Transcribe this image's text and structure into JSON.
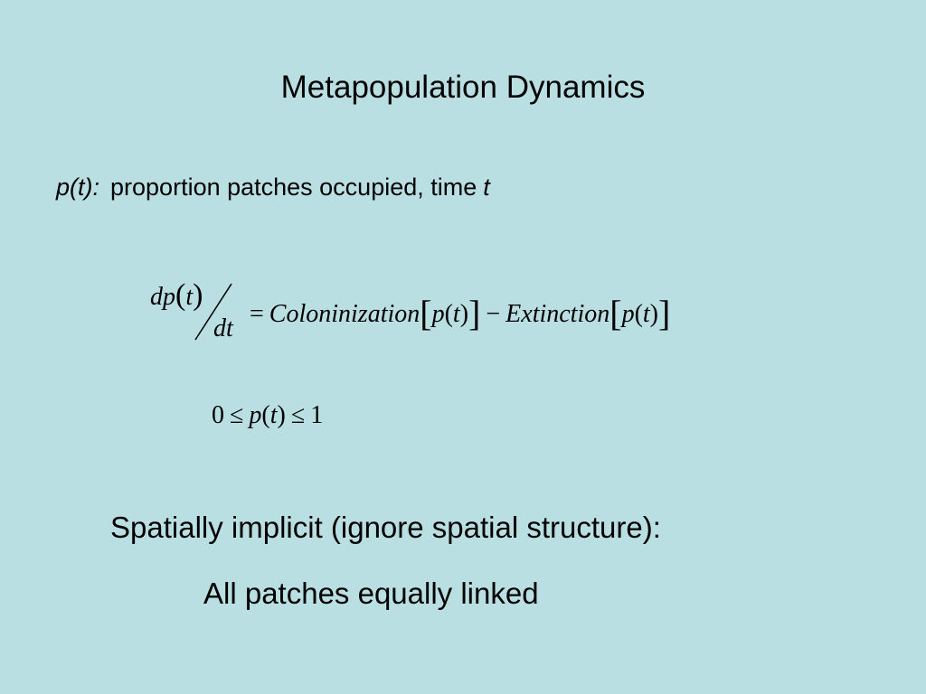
{
  "slide": {
    "title": "Metapopulation Dynamics",
    "definition": {
      "term": "p(t):",
      "text": "proportion patches occupied, time",
      "variable": "t"
    },
    "equation": {
      "numerator": "dp",
      "numerator_paren_open": "(",
      "numerator_var": "t",
      "numerator_paren_close": ")",
      "denominator": "dt",
      "equals": "=",
      "term1": "Coloninization",
      "minus": "−",
      "term2": "Extinction",
      "lbracket": "[",
      "rbracket": "]",
      "arg_p": "p",
      "arg_open": "(",
      "arg_t": "t",
      "arg_close": ")"
    },
    "constraint": {
      "lower": "0",
      "le": "≤",
      "p": "p",
      "open": "(",
      "t": "t",
      "close": ")",
      "upper": "1"
    },
    "bullets": [
      "Spatially implicit (ignore spatial structure):",
      "All patches equally linked"
    ]
  }
}
